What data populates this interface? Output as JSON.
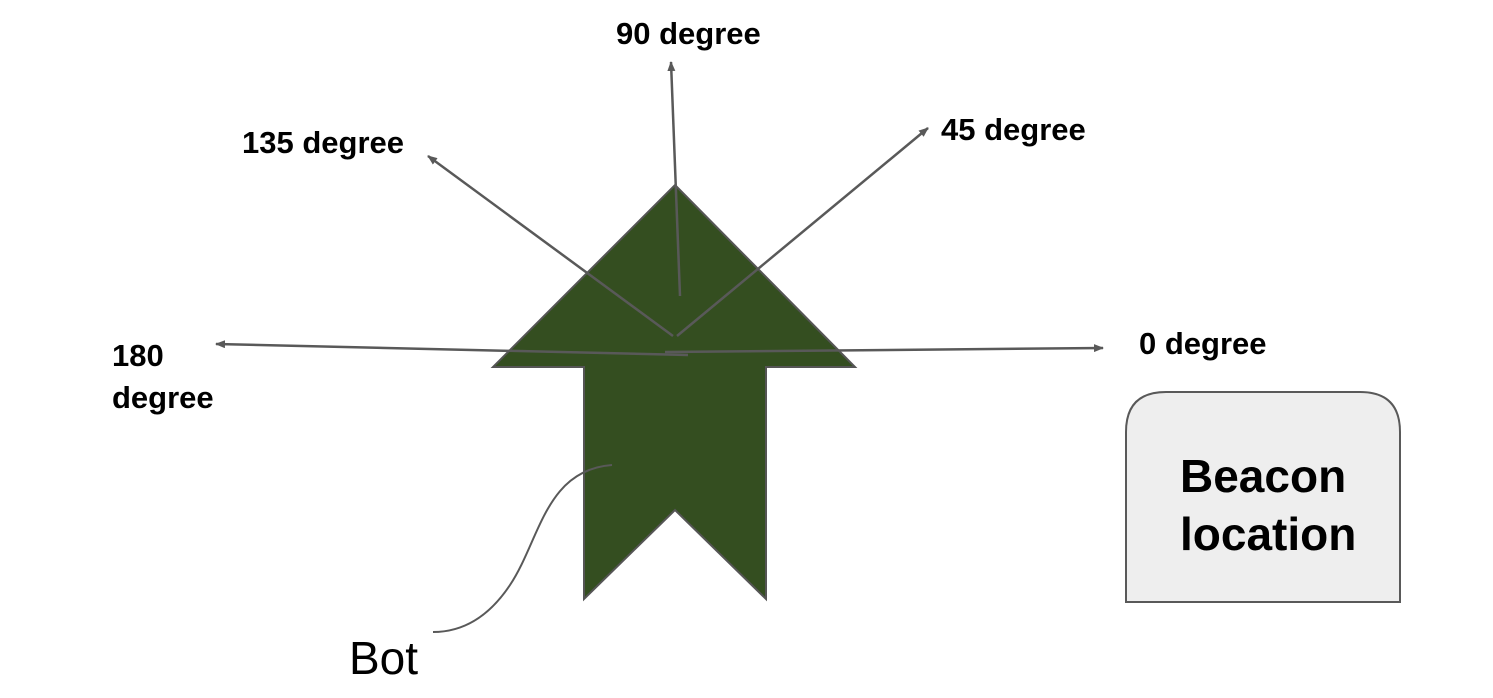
{
  "directions": {
    "deg0": "0 degree",
    "deg45": "45 degree",
    "deg90": "90 degree",
    "deg135": "135 degree",
    "deg180_line1": "180",
    "deg180_line2": "degree"
  },
  "beacon": {
    "line1": "Beacon",
    "line2": "location"
  },
  "bot": {
    "label": "Bot"
  },
  "colors": {
    "bot_fill": "#344e20",
    "bot_stroke": "#555555",
    "arrow": "#595959",
    "beacon_fill": "#eeeeee",
    "beacon_stroke": "#595959",
    "text": "#000000"
  }
}
